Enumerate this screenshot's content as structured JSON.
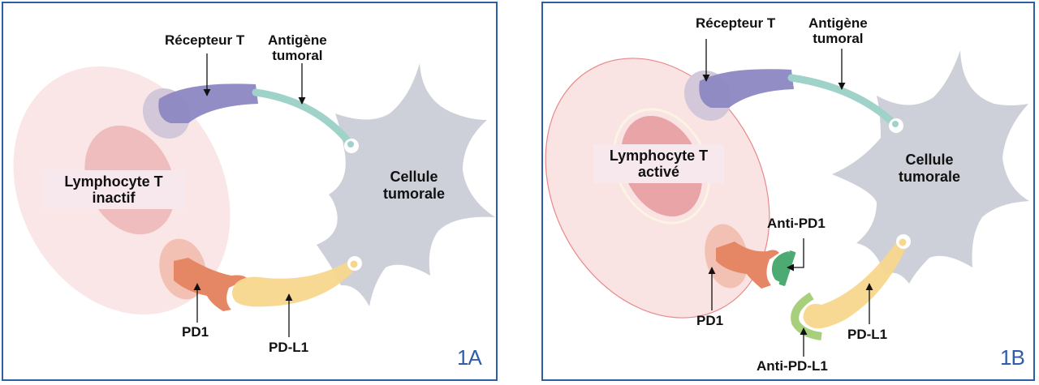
{
  "panels": [
    {
      "id": "1A",
      "tag": "1A",
      "lymphocyte_label": [
        "Lymphocyte T",
        "inactif"
      ],
      "tumor_label": [
        "Cellule",
        "tumorale"
      ],
      "receptor_label": "Récepteur T",
      "antigen_label": [
        "Antigène",
        "tumoral"
      ],
      "pd1_label": "PD1",
      "pdl1_label": "PD-L1"
    },
    {
      "id": "1B",
      "tag": "1B",
      "lymphocyte_label": [
        "Lymphocyte T",
        "activé"
      ],
      "tumor_label": [
        "Cellule",
        "tumorale"
      ],
      "receptor_label": "Récepteur T",
      "antigen_label": [
        "Antigène",
        "tumoral"
      ],
      "pd1_label": "PD1",
      "pdl1_label": "PD-L1",
      "anti_pd1_label": "Anti-PD1",
      "anti_pdl1_label": "Anti-PD-L1"
    }
  ],
  "colors": {
    "frame": "#2e5ea8",
    "lymphocyte": "#f9e3e3",
    "lymphocyte_outline_active": "#e88a8a",
    "nucleus": "#e9a4a8",
    "tumor_cell": "#cdd0d8",
    "tcr": "#8c88c2",
    "antigen": "#9fd2c9",
    "pd1": "#e58664",
    "pdl1": "#f7d78e",
    "anti_pd1": "#4caa72",
    "anti_pdl1": "#a8cf7c"
  }
}
